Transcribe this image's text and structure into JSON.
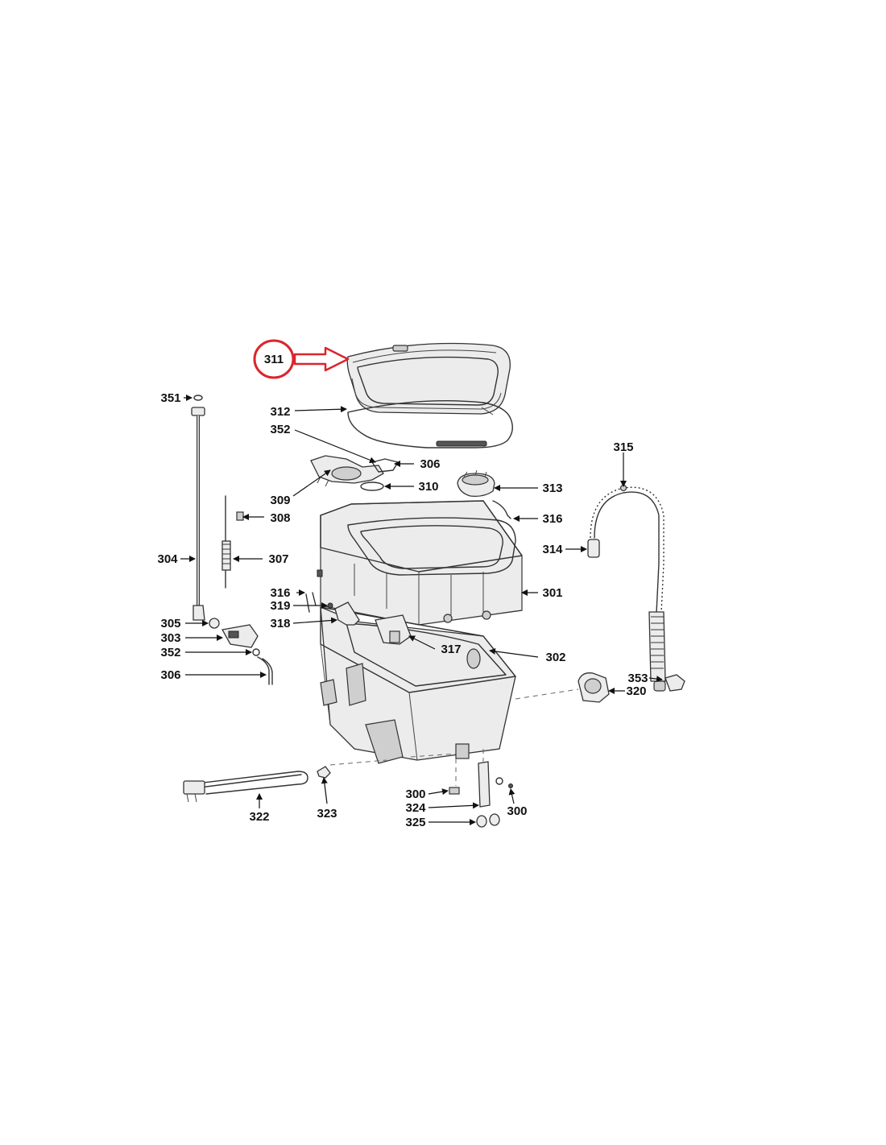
{
  "highlight": {
    "color": "#d9262c",
    "label": "311"
  },
  "labels": {
    "l311": "311",
    "l351": "351",
    "l312": "312",
    "l352a": "352",
    "l306a": "306",
    "l309": "309",
    "l310": "310",
    "l313": "313",
    "l315": "315",
    "l308": "308",
    "l316a": "316",
    "l304": "304",
    "l307": "307",
    "l314": "314",
    "l316b": "316",
    "l301": "301",
    "l319": "319",
    "l305": "305",
    "l318": "318",
    "l303": "303",
    "l317": "317",
    "l302": "302",
    "l352b": "352",
    "l306b": "306",
    "l353": "353",
    "l320": "320",
    "l300a": "300",
    "l324": "324",
    "l300b": "300",
    "l325": "325",
    "l322": "322",
    "l323": "323"
  }
}
